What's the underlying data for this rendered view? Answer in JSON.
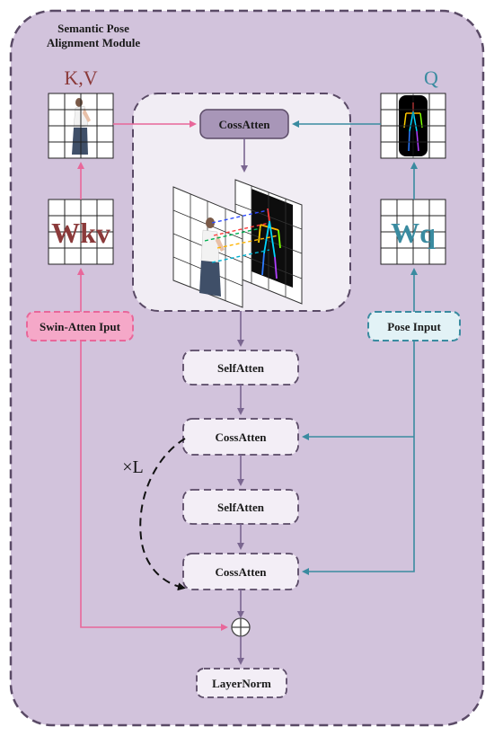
{
  "title_line1": "Semantic Pose",
  "title_line2": "Alignment Module",
  "kv_label": "K,V",
  "q_label": "Q",
  "wkv_label": "Wkv",
  "wq_label": "Wq",
  "inner_cossatten_label": "CossAtten",
  "swin_input_label": "Swin-Atten Iput",
  "pose_input_label": "Pose Input",
  "selfatten1_label": "SelfAtten",
  "cossatten1_label": "CossAtten",
  "selfatten2_label": "SelfAtten",
  "cossatten2_label": "CossAtten",
  "layernorm_label": "LayerNorm",
  "repeat_label": "×L",
  "colors": {
    "module_bg": "#d2c3dc",
    "module_border": "#5a4a66",
    "pink": "#e8679a",
    "teal": "#3a8ba0",
    "kv_color": "#8b3a3a",
    "q_color": "#3a8ba0",
    "cossatten_fill": "#a896b8",
    "box_fill": "#f3eef6"
  }
}
